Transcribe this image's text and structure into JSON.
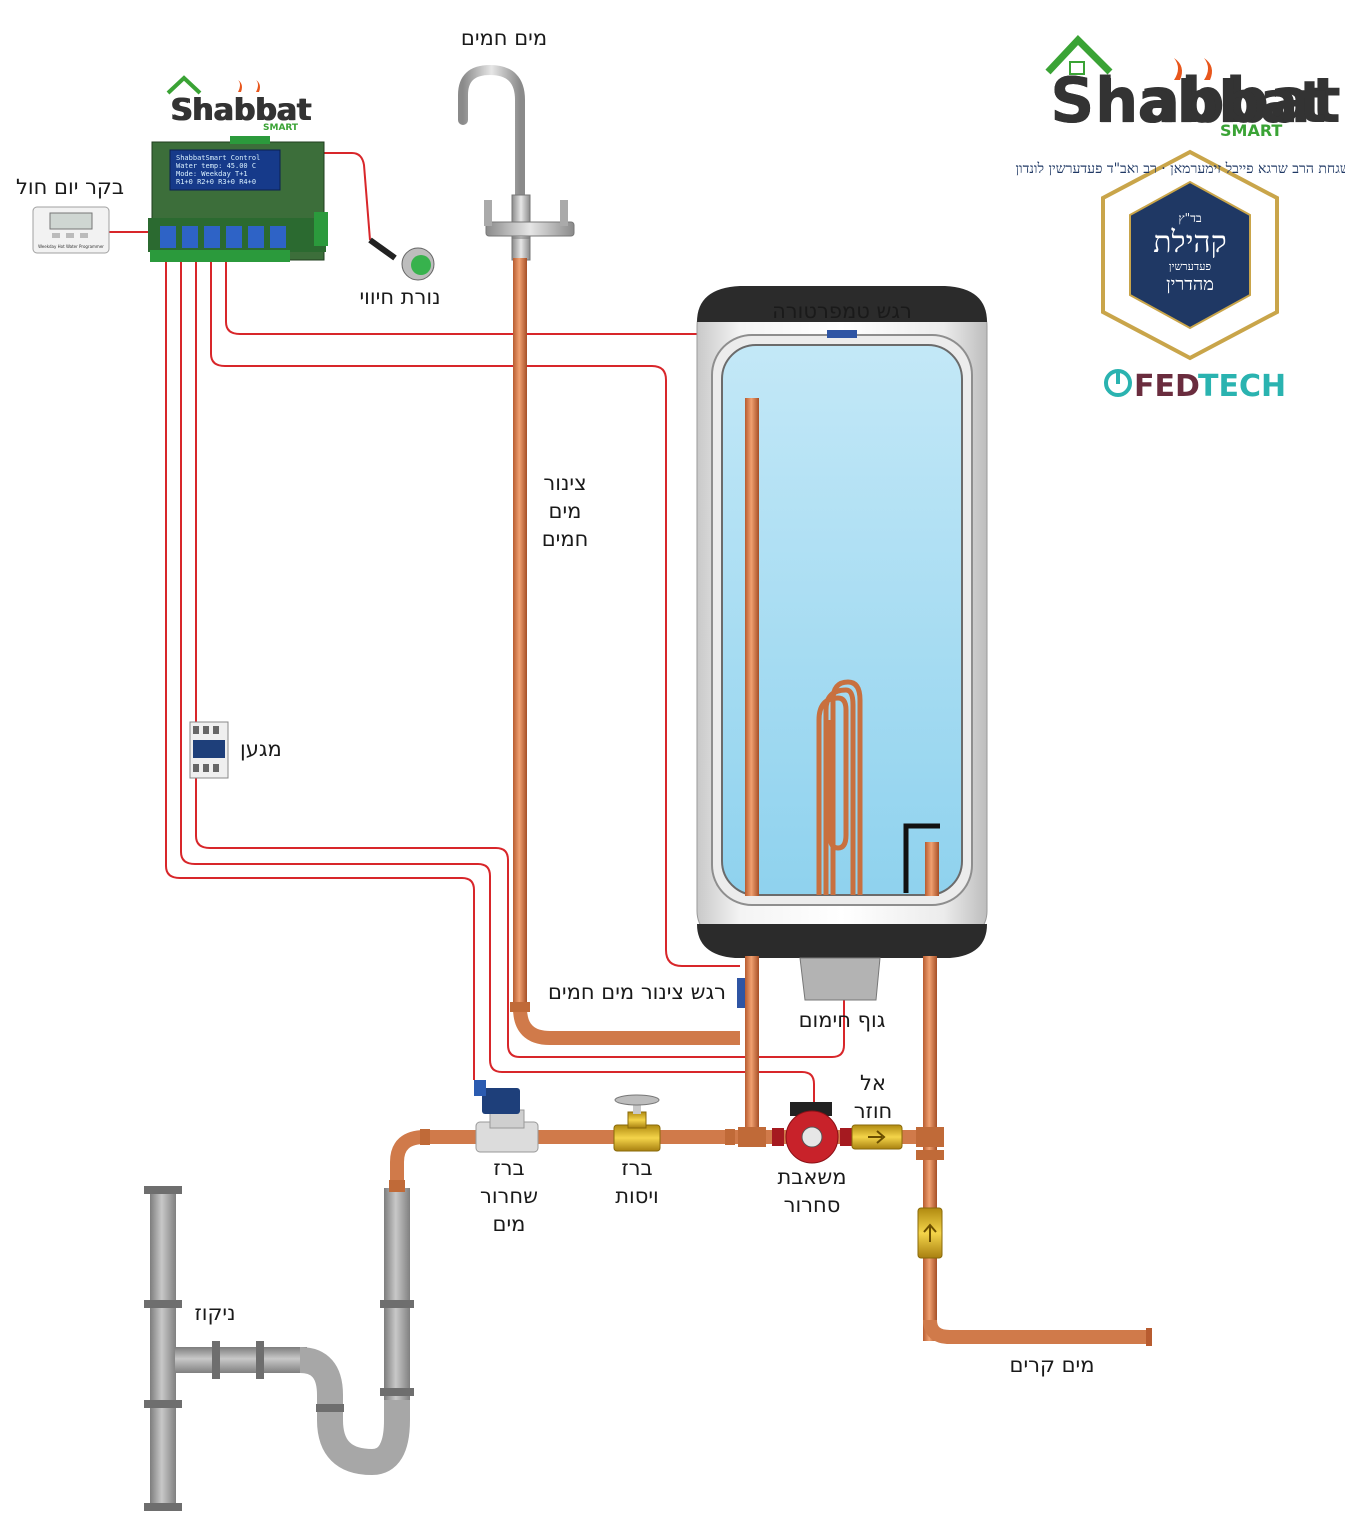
{
  "labels": {
    "hot_water_tap": "מים חמים",
    "weekday_controller": "בקר יום חול",
    "indicator_light": "נורת חיווי",
    "temperature_sensor": "רגש טמפרטורה",
    "hot_water_pipe": [
      "צינור",
      "מים",
      "חמים"
    ],
    "contactor": "מגען",
    "hot_pipe_sensor": "רגש צינור מים חמים",
    "heating_element": "גוף חימום",
    "check_valve": [
      "אל",
      "חוזר"
    ],
    "release_pump": [
      "משאבת",
      "סחרור"
    ],
    "control_valve": [
      "ברז",
      "ויסות"
    ],
    "release_valve": [
      "ברז",
      "שחרור",
      "מים"
    ],
    "drain": "ניקוז",
    "cold_water": "מים קרים"
  },
  "controller_screen": [
    "ShabbatSmart Control",
    "Water temp: 45.00 C",
    "Mode: Weekday T+1",
    "R1+0 R2+0 R3+0 R4+0"
  ],
  "weekday_device_caption": "Weekday Hot Water Programmer",
  "logo_small": {
    "main": "Shabbat",
    "sub": "SMART"
  },
  "logo_large": {
    "main": "Shabbat",
    "sub": "SMART"
  },
  "seal": {
    "top": "בד\"ץ",
    "main": "קהילת",
    "sub": "פעדערשין",
    "bottom": "מהדרין",
    "ring": "בהשגחת הרב שרגא פייבל זימערמאן · רב ואב\"ד פעדערשין לונדון"
  },
  "fedtech": {
    "part1": "FED",
    "part2": "TECH"
  },
  "colors": {
    "copper": "#d07a4a",
    "wire": "#d8262a",
    "water": "#a8dcf0",
    "brand_green": "#3aa335",
    "seal_navy": "#1f3864",
    "seal_gold": "#c9a54a",
    "fedtech_teal": "#2ab3b0",
    "fedtech_maroon": "#6a2c3e"
  }
}
